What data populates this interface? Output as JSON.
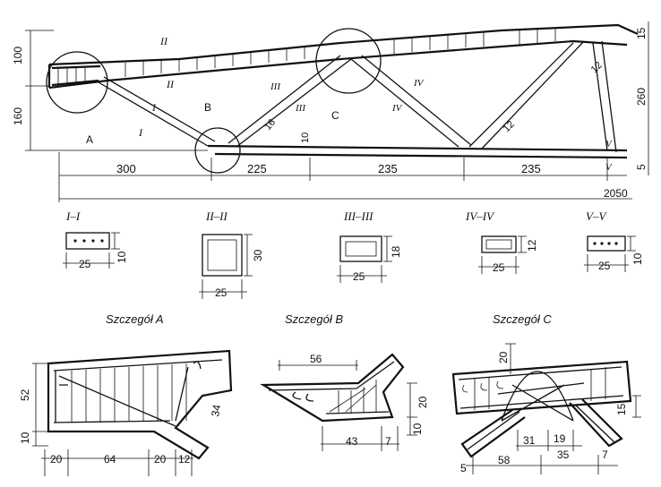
{
  "truss": {
    "labels": {
      "a": "A",
      "b": "B",
      "c": "C"
    },
    "sections_marks": {
      "i": "I",
      "ii": "II",
      "iii": "III",
      "iv": "IV",
      "v": "V"
    },
    "dims": {
      "h100": "100",
      "h160": "160",
      "h15": "15",
      "h260": "260",
      "h5": "5",
      "s300": "300",
      "s225": "225",
      "s235a": "235",
      "s235b": "235",
      "total": "2050",
      "d16": "16",
      "d10": "10",
      "d12a": "12",
      "d12b": "12"
    }
  },
  "sections": [
    {
      "title": "I–I",
      "w": "25",
      "h": "10"
    },
    {
      "title": "II–II",
      "w": "25",
      "h": "30"
    },
    {
      "title": "III–III",
      "w": "25",
      "h": "18"
    },
    {
      "title": "IV–IV",
      "w": "25",
      "h": "12"
    },
    {
      "title": "V–V",
      "w": "25",
      "h": "10"
    }
  ],
  "details": {
    "a": {
      "title": "Szczegół A",
      "dims": {
        "h52": "52",
        "h10": "10",
        "d34": "34",
        "b20a": "20",
        "b64": "64",
        "b20b": "20",
        "b12": "12"
      }
    },
    "b": {
      "title": "Szczegół B",
      "dims": {
        "t56": "56",
        "h20": "20",
        "h10": "10",
        "b43": "43",
        "b7": "7"
      }
    },
    "c": {
      "title": "Szczegół C",
      "dims": {
        "t20": "20",
        "h15": "15",
        "b31": "31",
        "b19": "19",
        "b58": "58",
        "b35": "35",
        "b5": "5",
        "b7": "7"
      }
    }
  }
}
